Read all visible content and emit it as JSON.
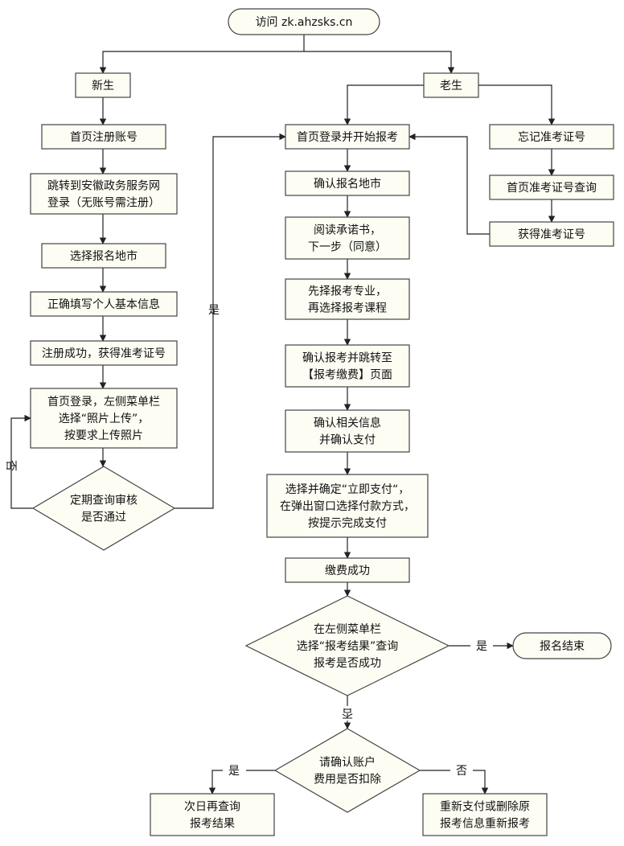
{
  "nodes": {
    "start": [
      "访问 zk.ahzsks.cn"
    ],
    "new_student": [
      "新生"
    ],
    "old_student": [
      "老生"
    ],
    "register_account": [
      "首页注册账号"
    ],
    "jump_gov": [
      "跳转到安徽政务服务网",
      "登录（无账号需注册）"
    ],
    "select_city_new": [
      "选择报名地市"
    ],
    "fill_info": [
      "正确填写个人基本信息"
    ],
    "register_success": [
      "注册成功，获得准考证号"
    ],
    "upload_photo": [
      "首页登录，左侧菜单栏",
      "选择“照片上传”，",
      "按要求上传照片"
    ],
    "review_check": [
      "定期查询审核",
      "是否通过"
    ],
    "login_start": [
      "首页登录并开始报考"
    ],
    "confirm_city": [
      "确认报名地市"
    ],
    "read_pledge": [
      "阅读承诺书，",
      "下一步（同意）"
    ],
    "select_major": [
      "先择报考专业，",
      "再选择报考课程"
    ],
    "confirm_jump": [
      "确认报考并跳转至",
      "【报考缴费】页面"
    ],
    "confirm_info": [
      "确认相关信息",
      "并确认支付"
    ],
    "pay_now": [
      "选择并确定“立即支付“，",
      "在弹出窗口选择付款方式，",
      "按提示完成支付"
    ],
    "pay_success": [
      "缴费成功"
    ],
    "check_result": [
      "在左侧菜单栏",
      "选择“报考结果”查询",
      "报考是否成功"
    ],
    "end": [
      "报名结束"
    ],
    "confirm_deduct": [
      "请确认账户",
      "费用是否扣除"
    ],
    "next_day": [
      "次日再查询",
      "报考结果"
    ],
    "repay": [
      "重新支付或删除原",
      "报考信息重新报考"
    ],
    "forgot_id": [
      "忘记准考证号"
    ],
    "query_id": [
      "首页准考证号查询"
    ],
    "get_id": [
      "获得准考证号"
    ]
  },
  "edge_labels": {
    "review_yes": "是",
    "review_no": "否",
    "result_yes": "是",
    "result_no": "否",
    "deduct_yes": "是",
    "deduct_no": "否"
  }
}
